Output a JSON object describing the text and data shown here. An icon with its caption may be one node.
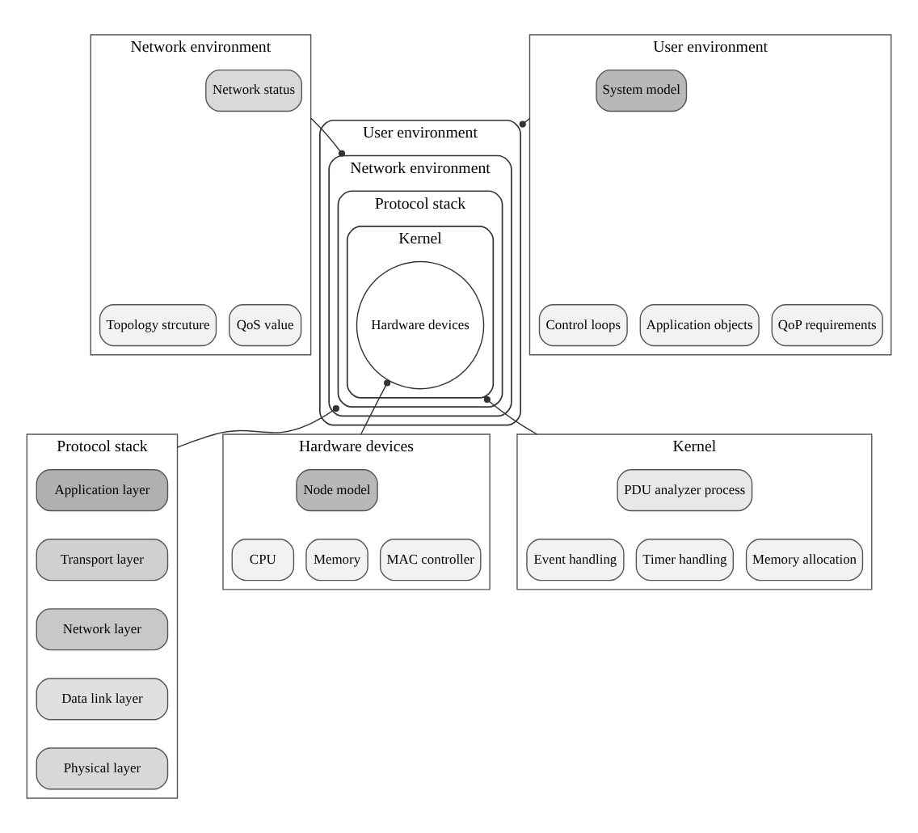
{
  "diagram": {
    "nodes": [
      {
        "text": [
          "Network environment"
        ]
      },
      {
        "text": [
          "Network status"
        ],
        "in": 0
      },
      {
        "text": [
          "Topology strcuture"
        ],
        "in": 0
      },
      {
        "text": [
          "QoS value"
        ],
        "in": 0
      },
      {
        "text": [
          "User environment"
        ]
      },
      {
        "text": [
          "System model"
        ],
        "in": 4
      },
      {
        "text": [
          "Control loops"
        ],
        "in": 4
      },
      {
        "text": [
          "Application objects"
        ],
        "in": 4
      },
      {
        "text": [
          "QoP requirements"
        ],
        "in": 4
      },
      {
        "text": [
          "User environment"
        ]
      },
      {
        "text": [
          "Network environment"
        ],
        "in": 9
      },
      {
        "text": [
          "Protocol stack"
        ],
        "in": 10
      },
      {
        "text": [
          "Kernel"
        ],
        "in": 11
      },
      {
        "text": [
          "Hardware devices"
        ],
        "in": 12
      },
      {
        "text": [
          "Protocol stack"
        ]
      },
      {
        "text": [
          "Application layer"
        ],
        "in": 14
      },
      {
        "text": [
          "Transport layer"
        ],
        "in": 14
      },
      {
        "text": [
          "Network layer"
        ],
        "in": 14
      },
      {
        "text": [
          "Data link layer"
        ],
        "in": 14
      },
      {
        "text": [
          "Physical layer"
        ],
        "in": 14
      },
      {
        "text": [
          "Hardware devices"
        ]
      },
      {
        "text": [
          "Node model"
        ],
        "in": 20
      },
      {
        "text": [
          "CPU"
        ],
        "in": 20
      },
      {
        "text": [
          "Memory"
        ],
        "in": 20
      },
      {
        "text": [
          "MAC controller"
        ],
        "in": 20
      },
      {
        "text": [
          "Kernel"
        ]
      },
      {
        "text": [
          "PDU analyzer process"
        ],
        "in": 25
      },
      {
        "text": [
          "Event handling"
        ],
        "in": 25
      },
      {
        "text": [
          "Timer handling"
        ],
        "in": 25
      },
      {
        "text": [
          "Memory allocation"
        ],
        "in": 25
      }
    ],
    "edges": [
      {
        "from": 0,
        "to": 10,
        "arrow": "other"
      },
      {
        "from": 4,
        "to": 9,
        "arrow": "other"
      },
      {
        "from": 14,
        "to": 11,
        "arrow": "other"
      },
      {
        "from": 20,
        "to": 13,
        "arrow": "other"
      },
      {
        "from": 25,
        "to": 12,
        "arrow": "other"
      }
    ]
  }
}
